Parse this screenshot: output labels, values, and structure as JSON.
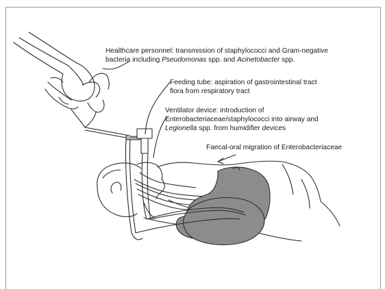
{
  "labels": {
    "healthcare": {
      "line1": "Healthcare personnel: transmission of staphylococci and Gram-negative",
      "line2_a": "bacteria including ",
      "line2_b": "Pseudomonas",
      "line2_c": " spp. and ",
      "line2_d": "Acinetobacter",
      "line2_e": " spp."
    },
    "feeding": {
      "line1": "Feeding tube: aspiration of gastrointestinal tract",
      "line2": "flora from respiratory tract"
    },
    "ventilator": {
      "line1": "Ventilator device: introduction of",
      "line2": "Enterobacteriaceae/staphylococci into airway and",
      "line3_a": "Legionella",
      "line3_b": " spp. from humidifier devices"
    },
    "faecal": {
      "line1": "Faecal-oral migration of Enterobacteriaceae"
    }
  },
  "colors": {
    "stroke": "#2a2a2a",
    "stomach_fill": "#8c8c8c",
    "tube_fill": "#b8b8b8",
    "frame": "#9a9a9a"
  }
}
